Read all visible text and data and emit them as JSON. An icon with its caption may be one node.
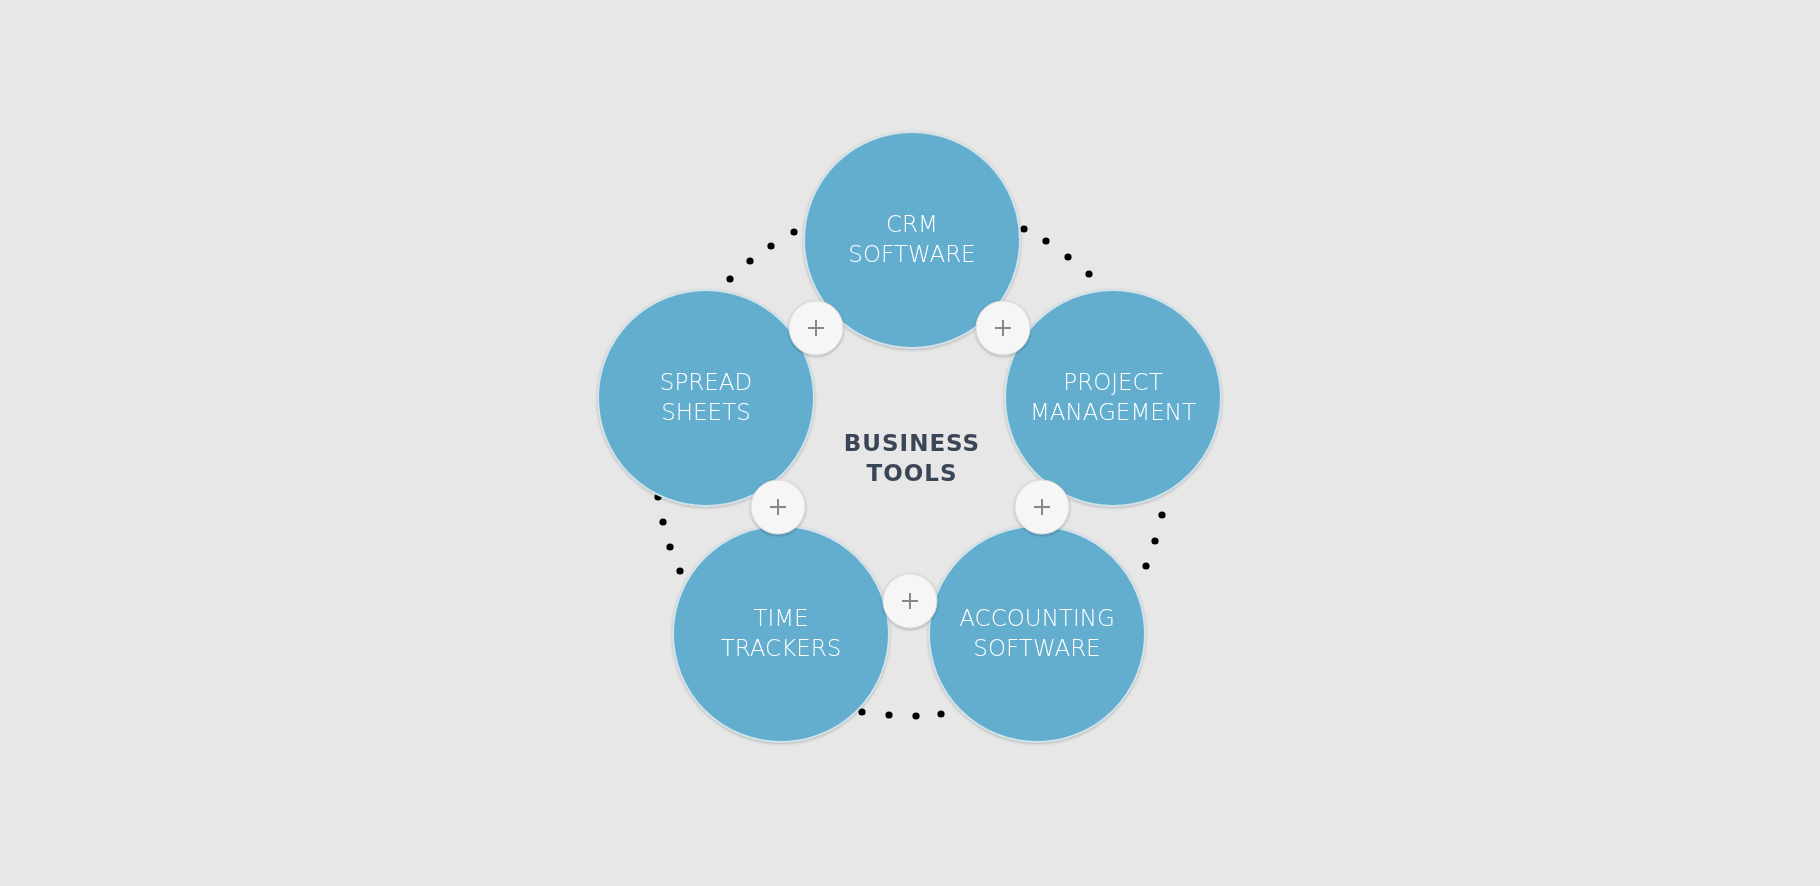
{
  "diagram": {
    "nodes": [
      {
        "text": [
          "CRM SOFTWARE"
        ]
      },
      {
        "text": [
          "PROJECT MANAGEMENT"
        ]
      },
      {
        "text": [
          "ACCOUNTING SOFTWARE"
        ]
      },
      {
        "text": [
          "TIME TRACKERS"
        ]
      },
      {
        "text": [
          "SPREAD SHEETS"
        ]
      }
    ],
    "labels": [
      "BUSINESS TOOLS"
    ]
  }
}
